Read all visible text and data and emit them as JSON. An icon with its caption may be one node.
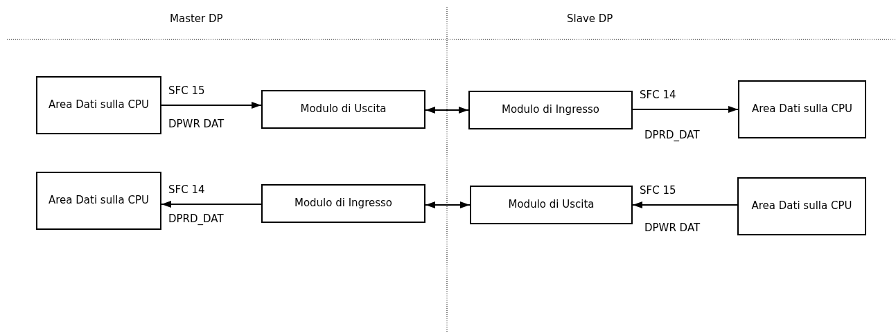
{
  "diagram": {
    "nodes": [
      {
        "text": [
          "Area Dati sulla CPU"
        ]
      },
      {
        "text": [
          "Modulo di Uscita"
        ]
      },
      {
        "text": [
          "Modulo di Ingresso"
        ]
      },
      {
        "text": [
          "Area Dati sulla CPU"
        ]
      },
      {
        "text": [
          "Area Dati sulla CPU"
        ]
      },
      {
        "text": [
          "Modulo di Ingresso"
        ]
      },
      {
        "text": [
          "Modulo di Uscita"
        ]
      },
      {
        "text": [
          "Area Dati sulla CPU"
        ]
      }
    ],
    "edges": [
      {
        "from": 0,
        "to": 1,
        "arrow": "to",
        "label": "SFC 15"
      },
      {
        "from": 1,
        "to": 2,
        "arrow": "both"
      },
      {
        "from": 2,
        "to": 3,
        "arrow": "to",
        "label": "SFC 14"
      },
      {
        "from": 5,
        "to": 4,
        "arrow": "to",
        "label": "SFC 14"
      },
      {
        "from": 5,
        "to": 6,
        "arrow": "both"
      },
      {
        "from": 7,
        "to": 6,
        "arrow": "to",
        "label": "SFC 15"
      }
    ],
    "labels": [
      "Master DP",
      "Slave DP",
      "DPWR DAT",
      "DPRD_DAT",
      "DPRD_DAT",
      "DPWR DAT"
    ]
  }
}
